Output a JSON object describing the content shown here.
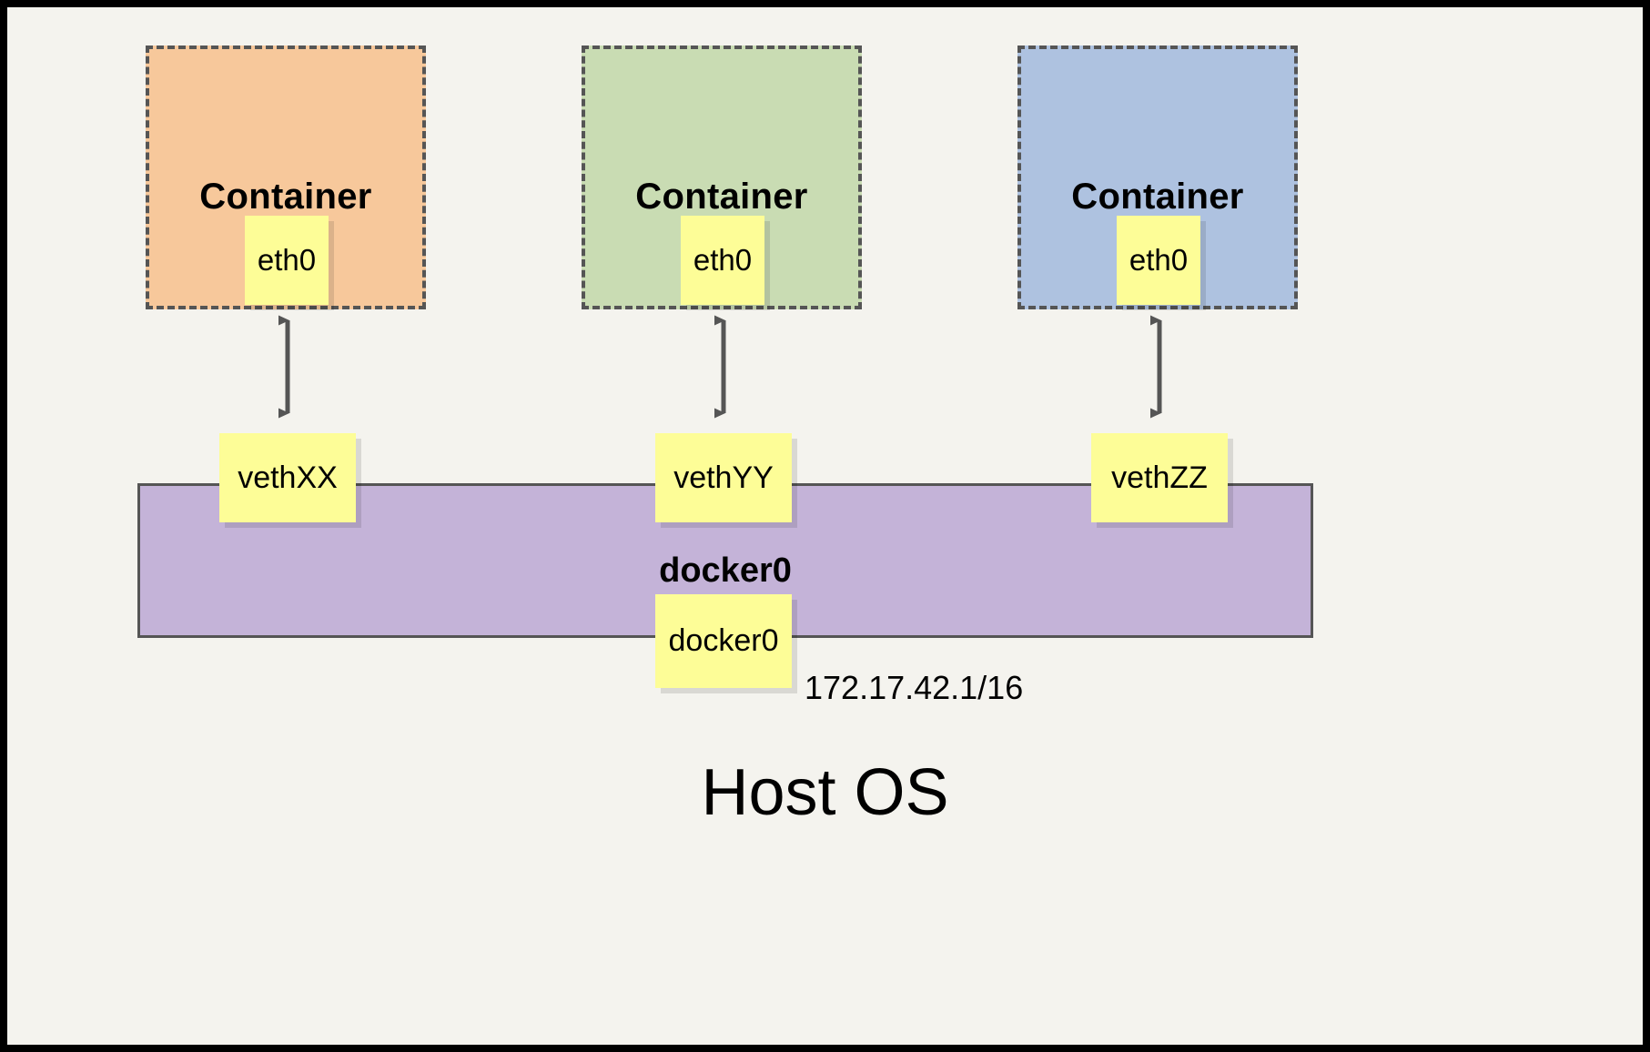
{
  "diagram": {
    "title_text": "Host OS",
    "background_color": "#f4f3ee",
    "frame_color": "#000000",
    "containers": [
      {
        "label": "Container",
        "iface_label": "eth0",
        "fill_color": "#f7c89b",
        "border_color": "#555555"
      },
      {
        "label": "Container",
        "iface_label": "eth0",
        "fill_color": "#c9dcb3",
        "border_color": "#555555"
      },
      {
        "label": "Container",
        "iface_label": "eth0",
        "fill_color": "#aec2e0",
        "border_color": "#555555"
      }
    ],
    "veth_endpoints": [
      {
        "label": "vethXX"
      },
      {
        "label": "vethYY"
      },
      {
        "label": "vethZZ"
      }
    ],
    "bridge": {
      "bar_label": "docker0",
      "port_label": "docker0",
      "ip_label": "172.17.42.1/16",
      "fill_color": "#c4b3d8",
      "border_color": "#555555"
    },
    "note_fill_color": "#fdfd97",
    "arrow_color": "#555555",
    "arrow_name": "double-headed-arrow"
  }
}
